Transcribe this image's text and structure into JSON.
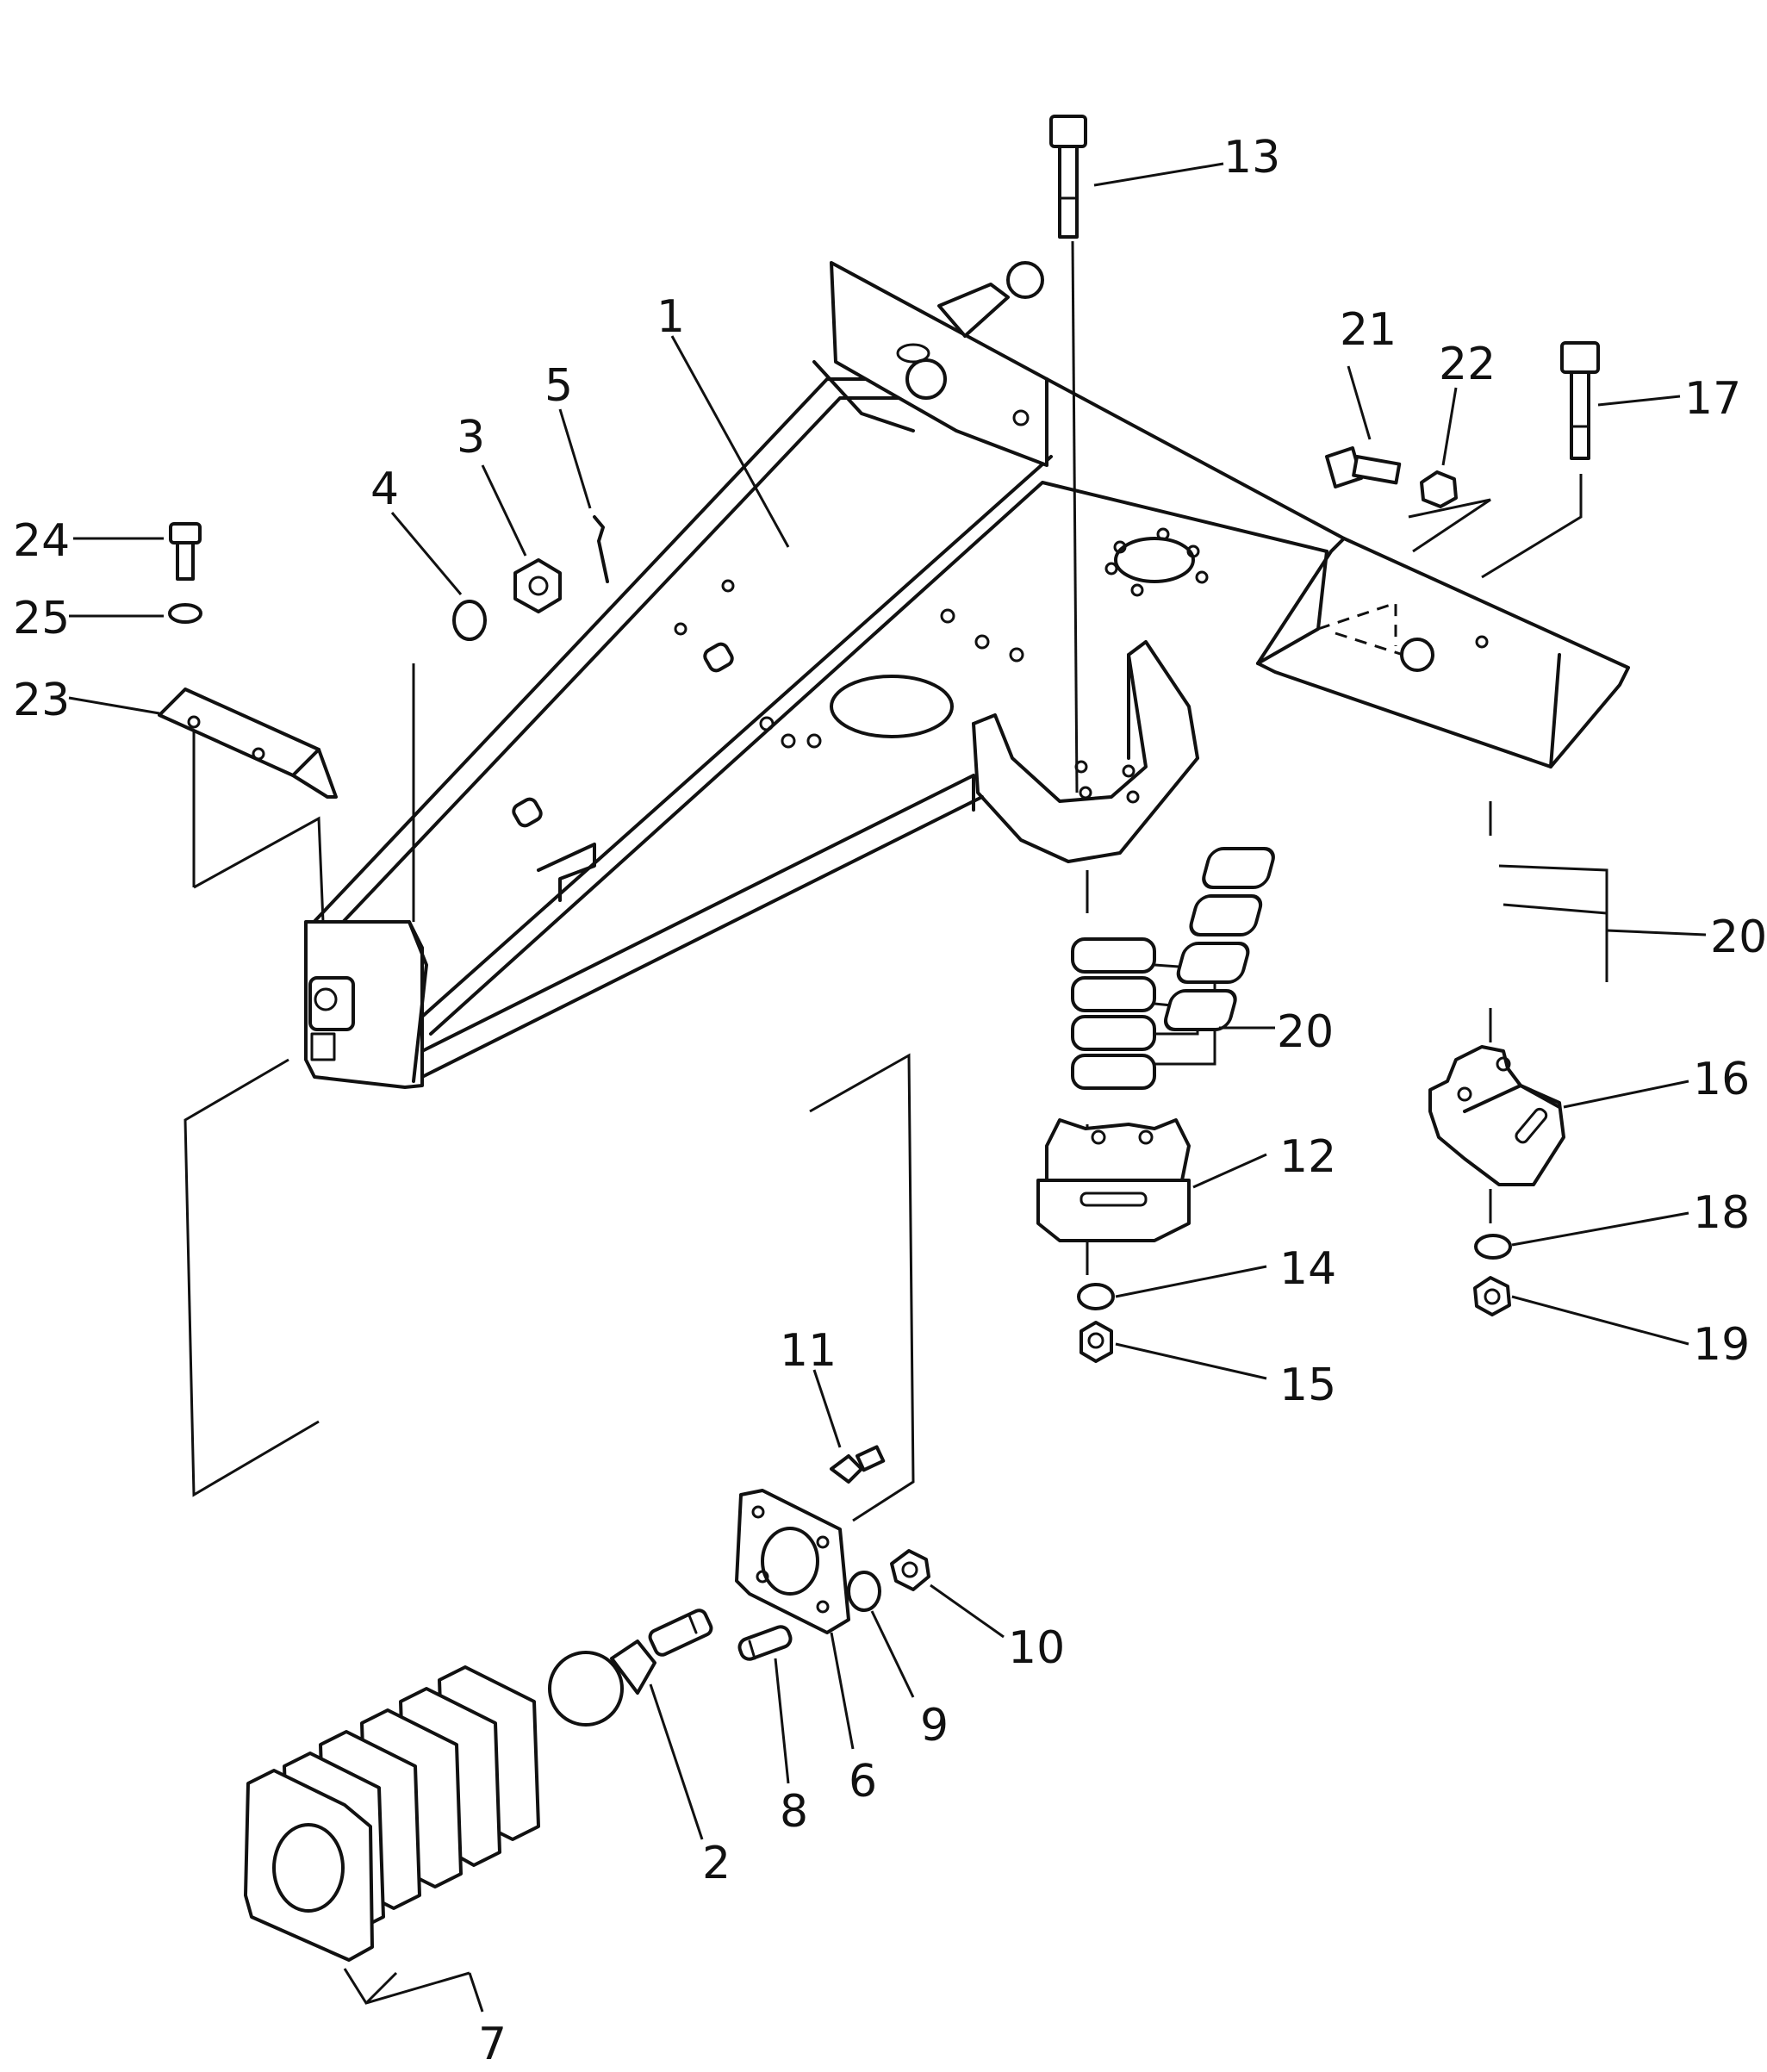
{
  "callouts": [
    {
      "id": "c1",
      "text": "1"
    },
    {
      "id": "c2",
      "text": "2"
    },
    {
      "id": "c3",
      "text": "3"
    },
    {
      "id": "c4",
      "text": "4"
    },
    {
      "id": "c5",
      "text": "5"
    },
    {
      "id": "c6",
      "text": "6"
    },
    {
      "id": "c7",
      "text": "7"
    },
    {
      "id": "c8",
      "text": "8"
    },
    {
      "id": "c9",
      "text": "9"
    },
    {
      "id": "c10",
      "text": "10"
    },
    {
      "id": "c11",
      "text": "11"
    },
    {
      "id": "c12",
      "text": "12"
    },
    {
      "id": "c13",
      "text": "13"
    },
    {
      "id": "c14",
      "text": "14"
    },
    {
      "id": "c15",
      "text": "15"
    },
    {
      "id": "c16",
      "text": "16"
    },
    {
      "id": "c17",
      "text": "17"
    },
    {
      "id": "c18",
      "text": "18"
    },
    {
      "id": "c19",
      "text": "19"
    },
    {
      "id": "c20a",
      "text": "20"
    },
    {
      "id": "c20b",
      "text": "20"
    },
    {
      "id": "c21",
      "text": "21"
    },
    {
      "id": "c22",
      "text": "22"
    },
    {
      "id": "c23",
      "text": "23"
    },
    {
      "id": "c24",
      "text": "24"
    },
    {
      "id": "c25",
      "text": "25"
    }
  ]
}
